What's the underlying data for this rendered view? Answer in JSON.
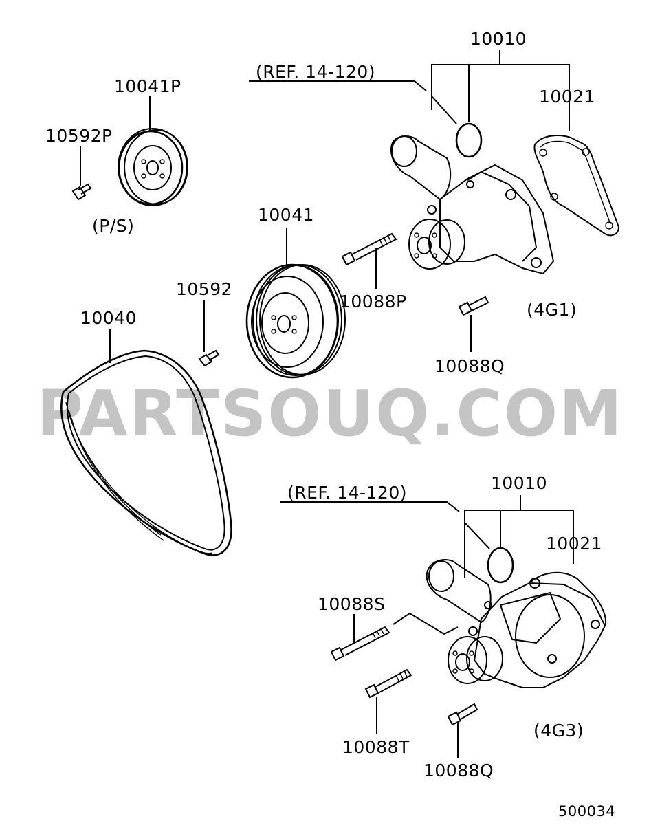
{
  "watermark": "PARTSOUQ.COM",
  "diagram_id": "500034",
  "variants": {
    "upper": "(4G1)",
    "lower": "(4G3)"
  },
  "references": {
    "upper": "(REF. 14-120)",
    "lower": "(REF. 14-120)"
  },
  "parts": {
    "ps_pulley": "10041P",
    "ps_bolt": "10592P",
    "ps_note": "(P/S)",
    "crank_pulley": "10041",
    "crank_bolt": "10592",
    "v_belt": "10040",
    "pump_upper": "10010",
    "gasket_upper": "10021",
    "bolt_p": "10088P",
    "bolt_q_upper": "10088Q",
    "pump_lower": "10010",
    "gasket_lower": "10021",
    "bolt_s": "10088S",
    "bolt_t": "10088T",
    "bolt_q_lower": "10088Q"
  }
}
